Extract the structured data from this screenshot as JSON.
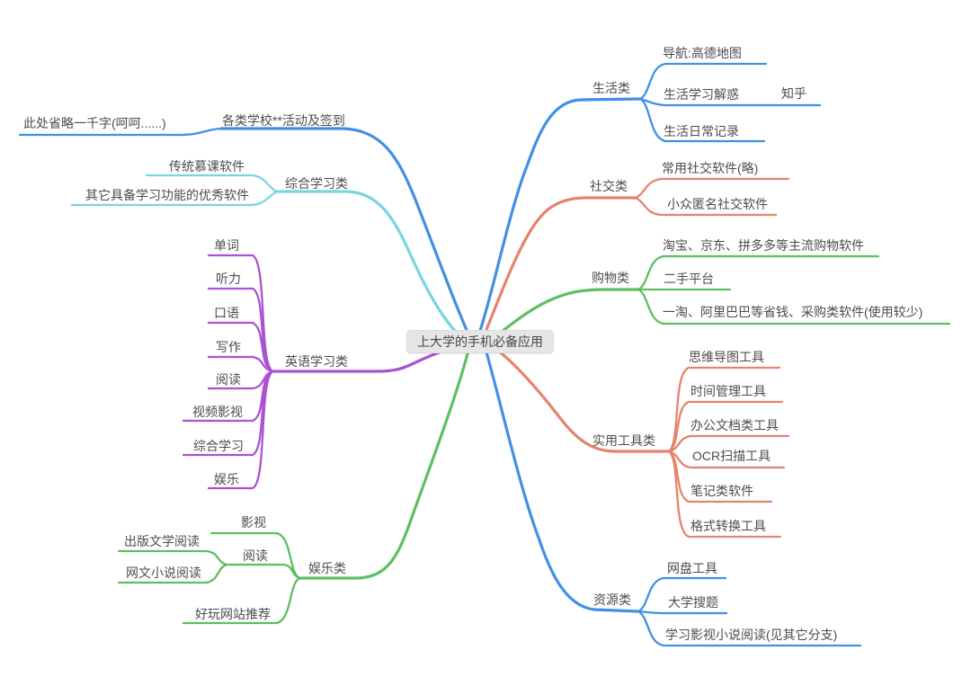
{
  "root": {
    "label": "上大学的手机必备应用"
  },
  "branches": [
    {
      "label": "各类学校**活动及签到",
      "color": "#4190E4",
      "children": [
        {
          "label": "此处省略一千字(呵呵......)"
        }
      ]
    },
    {
      "label": "综合学习类",
      "color": "#79D6DE",
      "children": [
        {
          "label": "传统慕课软件"
        },
        {
          "label": "其它具备学习功能的优秀软件"
        }
      ]
    },
    {
      "label": "英语学习类",
      "color": "#AA52D2",
      "children": [
        {
          "label": "单词"
        },
        {
          "label": "听力"
        },
        {
          "label": "口语"
        },
        {
          "label": "写作"
        },
        {
          "label": "阅读"
        },
        {
          "label": "视频影视"
        },
        {
          "label": "综合学习"
        },
        {
          "label": "娱乐"
        }
      ]
    },
    {
      "label": "娱乐类",
      "color": "#5EBE61",
      "children": [
        {
          "label": "影视"
        },
        {
          "label": "阅读",
          "children": [
            {
              "label": "出版文学阅读"
            },
            {
              "label": "网文小说阅读"
            }
          ]
        },
        {
          "label": "好玩网站推荐"
        }
      ]
    },
    {
      "label": "生活类",
      "color": "#4190E4",
      "children": [
        {
          "label": "导航:高德地图"
        },
        {
          "label": "生活学习解惑",
          "children": [
            {
              "label": "知乎"
            }
          ]
        },
        {
          "label": "生活日常记录"
        }
      ]
    },
    {
      "label": "社交类",
      "color": "#E5836C",
      "children": [
        {
          "label": "常用社交软件(略)"
        },
        {
          "label": "小众匿名社交软件"
        }
      ]
    },
    {
      "label": "购物类",
      "color": "#5EBE61",
      "children": [
        {
          "label": "淘宝、京东、拼多多等主流购物软件"
        },
        {
          "label": "二手平台"
        },
        {
          "label": "一淘、阿里巴巴等省钱、采购类软件(使用较少)"
        }
      ]
    },
    {
      "label": "实用工具类",
      "color": "#E5836C",
      "children": [
        {
          "label": "思维导图工具"
        },
        {
          "label": "时间管理工具"
        },
        {
          "label": "办公文档类工具"
        },
        {
          "label": "OCR扫描工具"
        },
        {
          "label": "笔记类软件"
        },
        {
          "label": "格式转换工具"
        }
      ]
    },
    {
      "label": "资源类",
      "color": "#4190E4",
      "children": [
        {
          "label": "网盘工具"
        },
        {
          "label": "大学搜题"
        },
        {
          "label": "学习影视小说阅读(见其它分支)"
        }
      ]
    }
  ]
}
